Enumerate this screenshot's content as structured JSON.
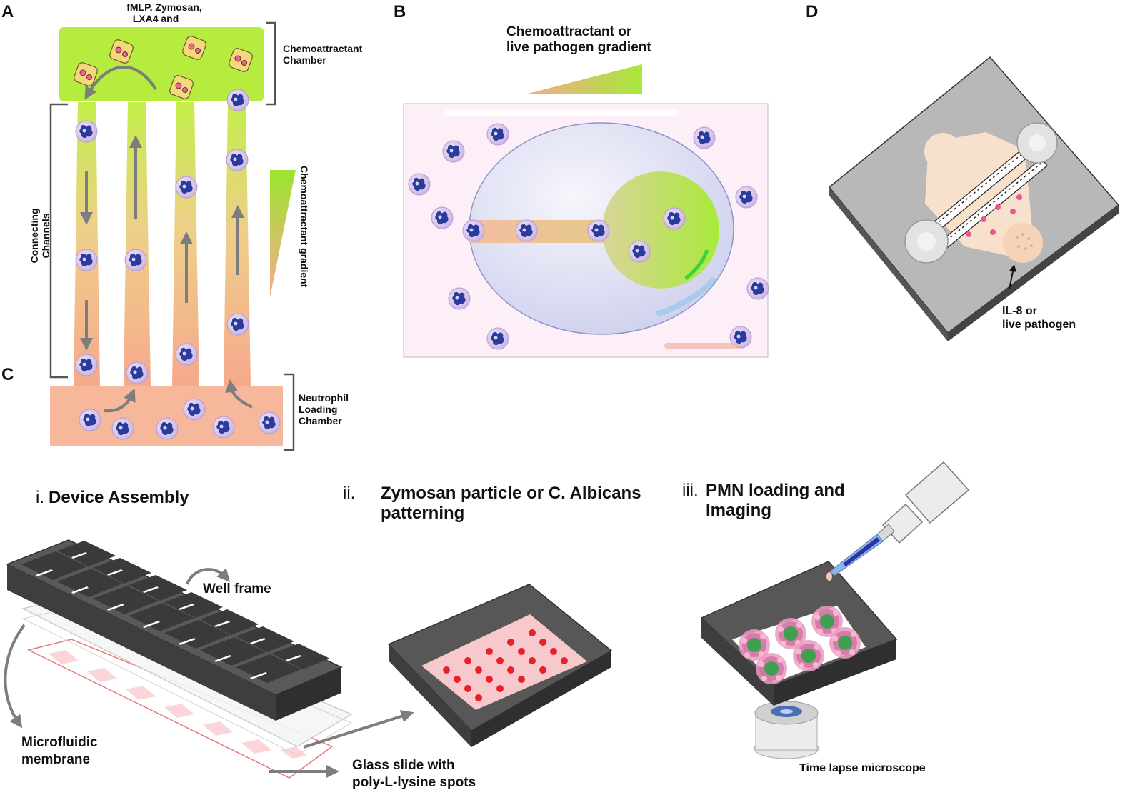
{
  "panel_a": {
    "letter": "A",
    "top_label_1": "fMLP, Zymosan,",
    "top_label_2": "LXA4 and",
    "chamber_label_1": "Chemoattractant",
    "chamber_label_2": "Chamber",
    "channels_label_1": "Connecting",
    "channels_label_2": "Channels",
    "gradient_label": "Chemoattractant  gradient",
    "loading_label_1": "Neutrophil",
    "loading_label_2": "Loading",
    "loading_label_3": "Chamber"
  },
  "panel_b": {
    "letter": "B",
    "gradient_label_1": "Chemoattractant or",
    "gradient_label_2": "live pathogen gradient"
  },
  "panel_c": {
    "letter": "C",
    "step1_numeral": "i.",
    "step1_title": "Device Assembly",
    "well_frame": "Well frame",
    "membrane_1": "Microfluidic",
    "membrane_2": "membrane",
    "glass_1": "Glass slide with",
    "glass_2": "poly-L-lysine spots",
    "step2_numeral": "ii.",
    "step2_title_1": "Zymosan particle or C. Albicans",
    "step2_title_2": "patterning",
    "step3_numeral": "iii.",
    "step3_title_1": "PMN loading and",
    "step3_title_2": "Imaging",
    "microscope": "Time lapse microscope"
  },
  "panel_d": {
    "letter": "D",
    "inlet_label_1": "IL-8 or",
    "inlet_label_2": "live pathogen"
  },
  "colors": {
    "chemo_green": "#b5ec3e",
    "loading_salmon": "#f7b79a",
    "nucleus_blue": "#2b3a9e",
    "frame_dark": "#4a4a4a",
    "spot_red": "#e8202a",
    "arrow_gray": "#7d7d7d"
  }
}
